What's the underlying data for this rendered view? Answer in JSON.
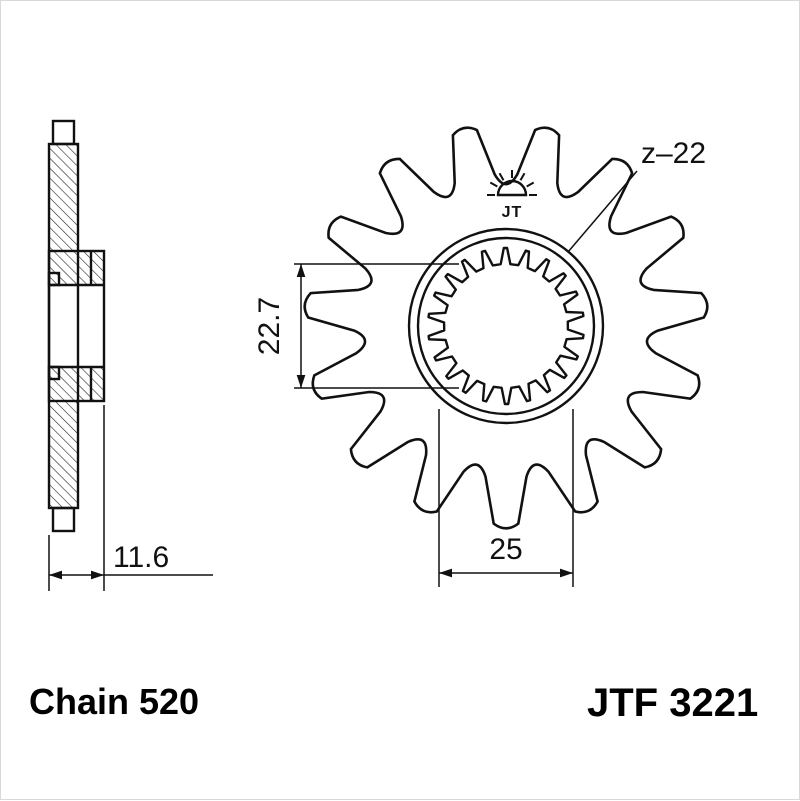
{
  "diagram": {
    "part_number": "JTF 3221",
    "chain_label": "Chain 520",
    "teeth_label": "z–22",
    "logo_text": "JT",
    "dimensions": {
      "spline_diameter_vertical": "22.7",
      "spline_diameter_horizontal": "25",
      "hub_width": "11.6"
    }
  },
  "colors": {
    "line": "#111111",
    "background": "#ffffff",
    "frame_border": "#d8d8d8"
  }
}
